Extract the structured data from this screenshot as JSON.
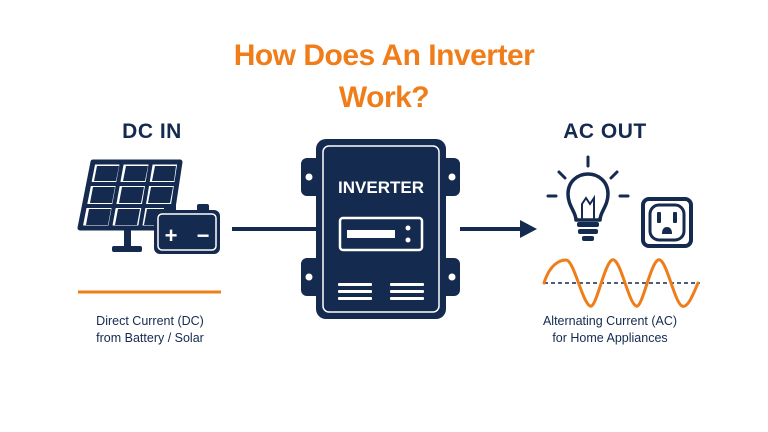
{
  "title": {
    "line1": "How Does An  Inverter",
    "line2": "Work?"
  },
  "dc_in": {
    "heading": "DC IN",
    "caption_line1": "Direct Current (DC)",
    "caption_line2": "from Battery / Solar",
    "battery_plus": "+",
    "battery_minus": "−",
    "icons": [
      "solar-panel-icon",
      "battery-icon"
    ]
  },
  "inverter": {
    "label": "INVERTER"
  },
  "ac_out": {
    "heading": "AC OUT",
    "caption_line1": "Alternating Current (AC)",
    "caption_line2": "for Home Appliances",
    "icons": [
      "light-bulb-icon",
      "power-outlet-icon",
      "sine-wave-icon"
    ]
  },
  "colors": {
    "navy": "#142a4f",
    "orange": "#ef7d1a",
    "background": "#ffffff"
  }
}
